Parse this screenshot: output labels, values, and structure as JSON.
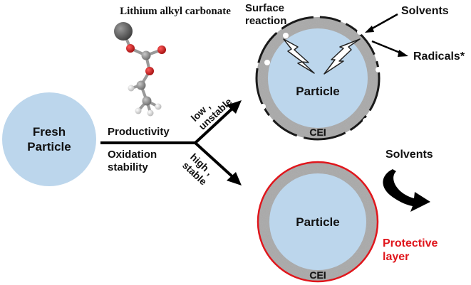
{
  "molecule": {
    "label": "Lithium alkyl carbonate",
    "atom_colors": {
      "lithium": "#6b6b6b",
      "oxygen": "#d21b1b",
      "carbon": "#8f8f8f",
      "hydrogen": "#e8e8e8"
    }
  },
  "fresh_particle": {
    "line1": "Fresh",
    "line2": "Particle"
  },
  "properties": {
    "productivity": "Productivity",
    "oxidation_line1": "Oxidation",
    "oxidation_line2": "stability"
  },
  "branch_upper": {
    "line1": "low ,",
    "line2": "unstable"
  },
  "branch_lower": {
    "line1": "high ,",
    "line2": "stable"
  },
  "top_particle": {
    "core_label": "Particle",
    "shell_label": "CEI",
    "surface_reaction_line1": "Surface",
    "surface_reaction_line2": "reaction",
    "solvents": "Solvents",
    "radicals": "Radicals*"
  },
  "bottom_particle": {
    "core_label": "Particle",
    "shell_label": "CEI",
    "solvents": "Solvents",
    "protective_line1": "Protective",
    "protective_line2": "layer"
  },
  "colors": {
    "particle_fill": "#bcd6ec",
    "shell_fill": "#a9a9a9",
    "protective_outline": "#e0161c",
    "unstable_outline": "#1a1a1a",
    "protective_text": "#e0161c",
    "text": "#111111"
  }
}
